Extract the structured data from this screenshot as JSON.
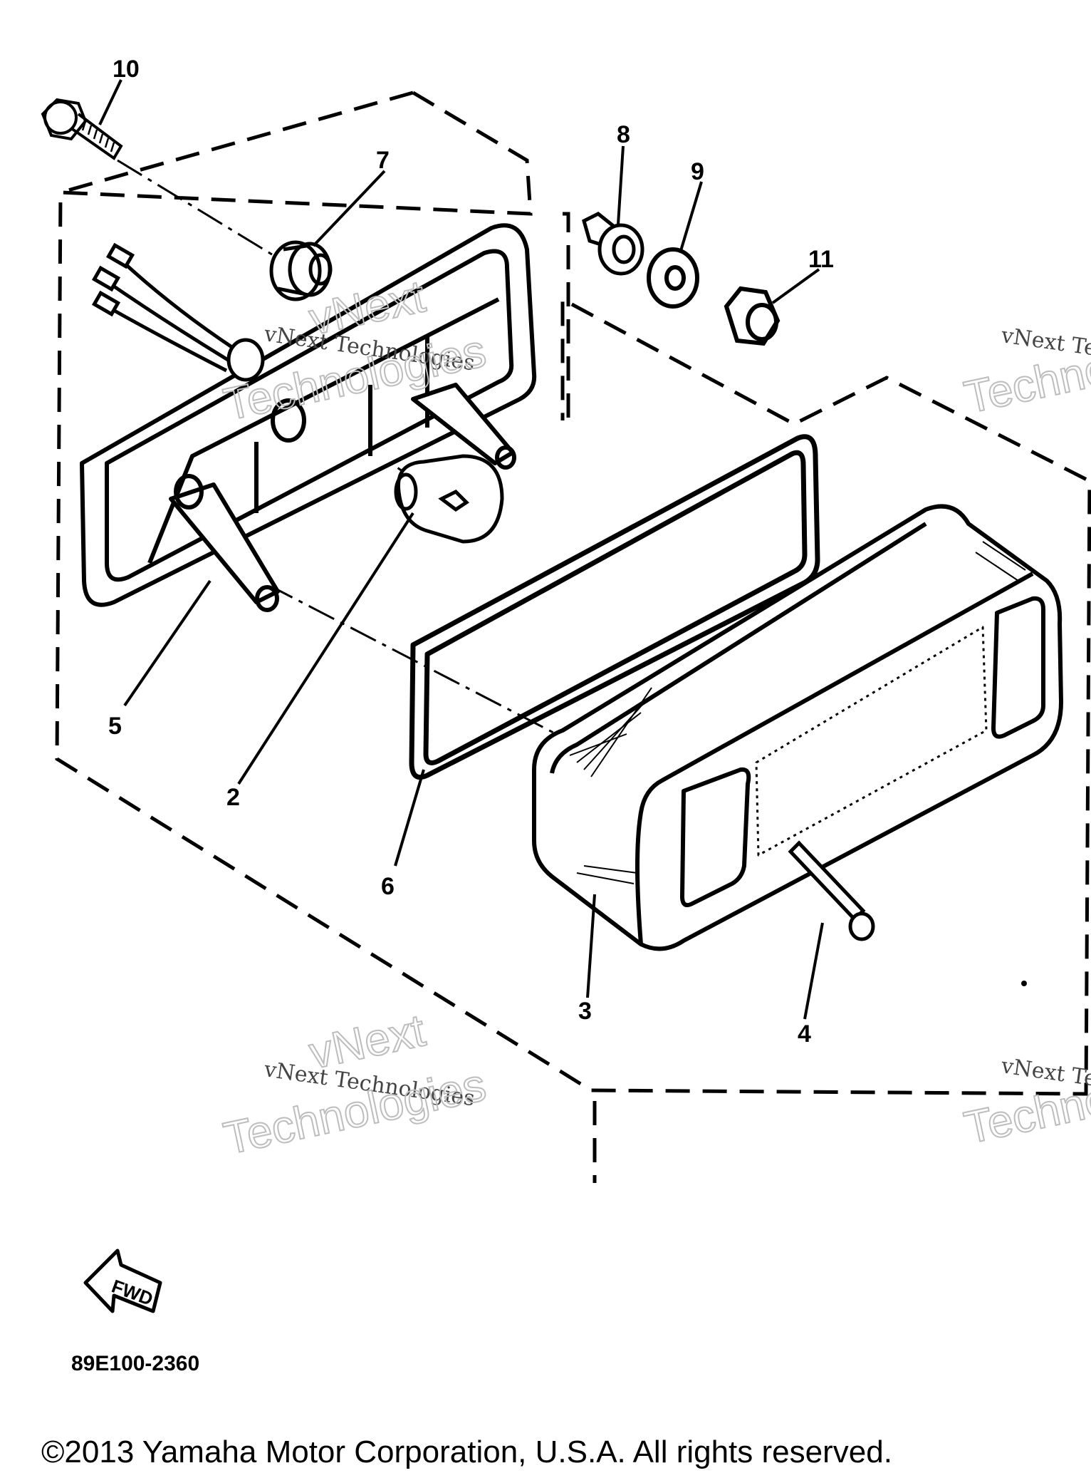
{
  "diagram": {
    "callouts": [
      {
        "id": "c10",
        "label": "10"
      },
      {
        "id": "c7",
        "label": "7"
      },
      {
        "id": "c8",
        "label": "8"
      },
      {
        "id": "c9",
        "label": "9"
      },
      {
        "id": "c11",
        "label": "11"
      },
      {
        "id": "c5",
        "label": "5"
      },
      {
        "id": "c2",
        "label": "2"
      },
      {
        "id": "c6",
        "label": "6"
      },
      {
        "id": "c3",
        "label": "3"
      },
      {
        "id": "c4",
        "label": "4"
      }
    ],
    "watermark": {
      "line1": "vNext Technologies",
      "line2": "vNext",
      "line3": "Technologies"
    },
    "fwd_label": "FWD",
    "drawing_code": "89E100-2360",
    "copyright": "©2013 Yamaha Motor Corporation, U.S.A. All rights reserved."
  }
}
